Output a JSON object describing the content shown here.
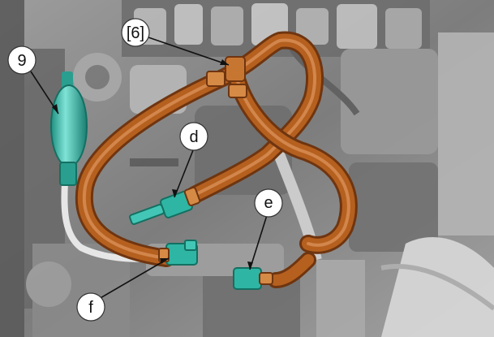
{
  "callouts": {
    "nine": "9",
    "six": "[6]",
    "d": "d",
    "e": "e",
    "f": "f"
  },
  "colors": {
    "engine_bg": "#8f8f8f",
    "hose_copper": "#b5601f",
    "hose_highlight": "#e6a06a",
    "hose_shadow": "#6f3510",
    "connector_teal": "#2fb5a3",
    "bulb_teal": "#43c6b5"
  },
  "icons": {
    "primer_bulb": "primer-bulb-icon",
    "connector": "quick-connector-icon"
  }
}
